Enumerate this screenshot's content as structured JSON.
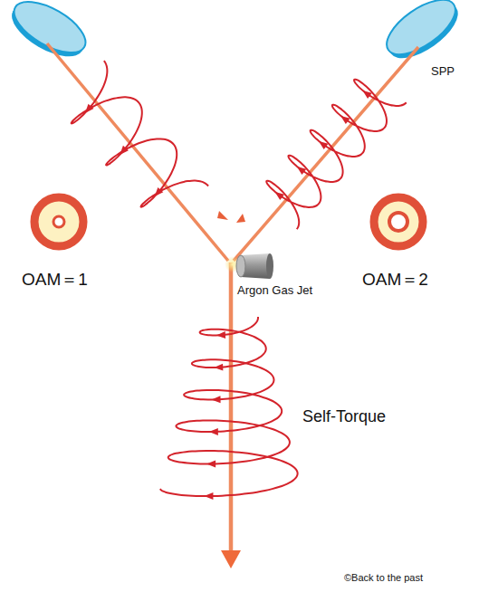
{
  "diagram": {
    "labels": [
      "SPP",
      "OAM＝1",
      "OAM＝2",
      "Argon Gas Jet",
      "Self-Torque",
      "©Back to the past"
    ]
  }
}
